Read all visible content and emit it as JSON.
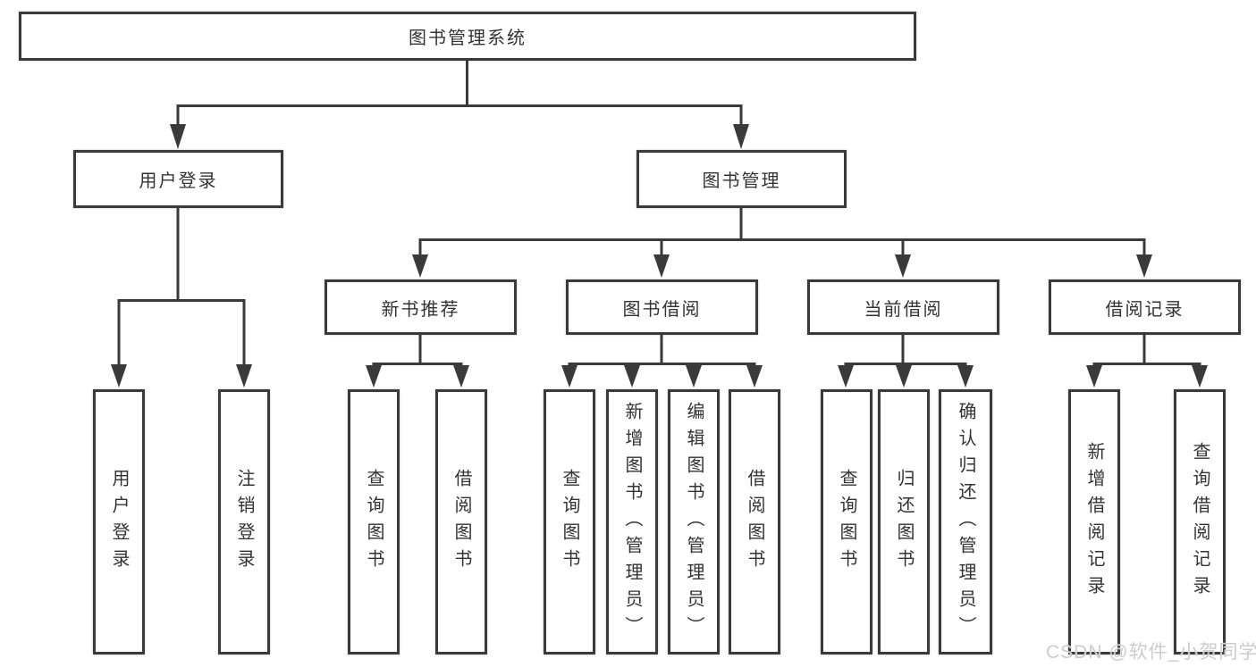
{
  "colors": {
    "background": "#ffffff",
    "line": "#3a3a3a",
    "box_border": "#3a3a3a",
    "text": "#333333",
    "watermark": "#c6c6c6"
  },
  "diagram": {
    "root": {
      "label": "图书管理系统"
    },
    "level2": [
      {
        "label": "用户登录"
      },
      {
        "label": "图书管理"
      }
    ],
    "level3": [
      {
        "label": "新书推荐",
        "parent": "图书管理"
      },
      {
        "label": "图书借阅",
        "parent": "图书管理"
      },
      {
        "label": "当前借阅",
        "parent": "图书管理"
      },
      {
        "label": "借阅记录",
        "parent": "图书管理"
      }
    ],
    "leaves": [
      {
        "label": "用户登录",
        "parent": "用户登录"
      },
      {
        "label": "注销登录",
        "parent": "用户登录"
      },
      {
        "label": "查询图书",
        "parent": "新书推荐"
      },
      {
        "label": "借阅图书",
        "parent": "新书推荐"
      },
      {
        "label": "查询图书",
        "parent": "图书借阅"
      },
      {
        "label": "新增图书（管理员）",
        "parent": "图书借阅"
      },
      {
        "label": "编辑图书（管理员）",
        "parent": "图书借阅"
      },
      {
        "label": "借阅图书",
        "parent": "图书借阅"
      },
      {
        "label": "查询图书",
        "parent": "当前借阅"
      },
      {
        "label": "归还图书",
        "parent": "当前借阅"
      },
      {
        "label": "确认归还（管理员）",
        "parent": "当前借阅"
      },
      {
        "label": "新增借阅记录",
        "parent": "借阅记录"
      },
      {
        "label": "查询借阅记录",
        "parent": "借阅记录"
      }
    ]
  },
  "watermark": {
    "text": "CSDN @软件_小贺同学"
  }
}
